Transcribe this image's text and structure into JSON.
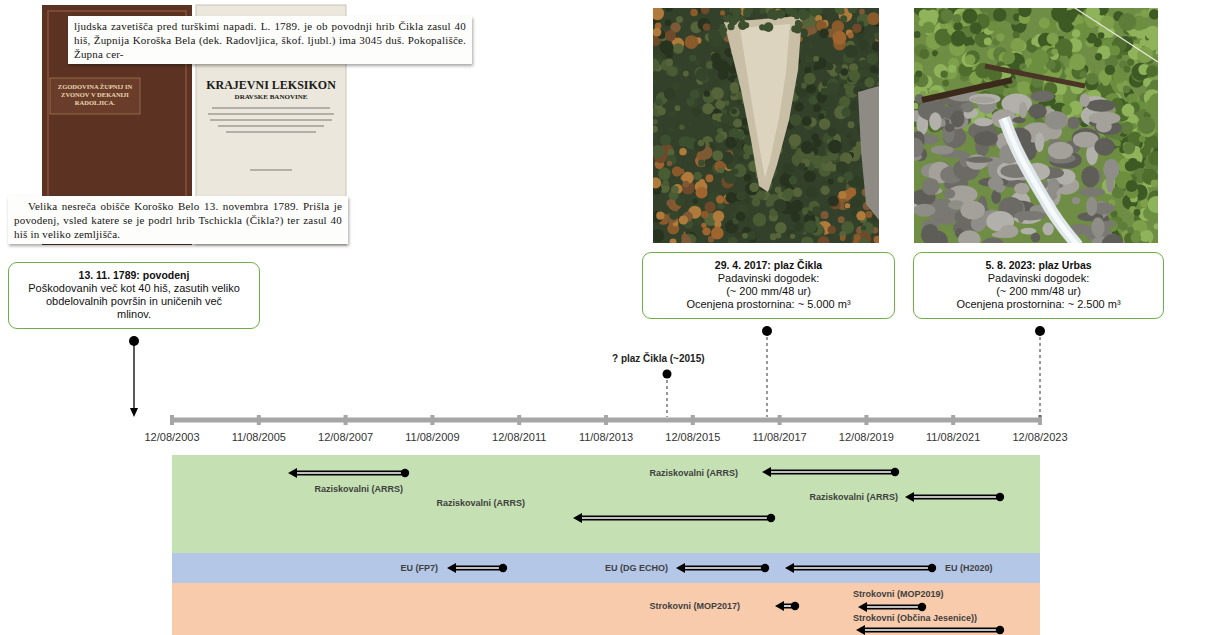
{
  "diagram": {
    "nodes": [
      {
        "text": [
          "13. 11. 1789: povodenj",
          "Poškodovanih več kot 40 hiš, zasutih veliko obdelovalnih površin in uničenih več mlinov."
        ]
      },
      {
        "text": [
          "29. 4. 2017: plaz Čikla",
          "Padavinski dogodek: (~ 200 mm/48 ur)",
          "Ocenjena prostornina: ~ 5.000 m³"
        ]
      },
      {
        "text": [
          "5. 8. 2023: plaz Urbas",
          "Padavinski dogodek: (~ 200 mm/48 ur)",
          "Ocenjena prostornina: ~ 2.500 m³"
        ]
      },
      {
        "text": [
          "Raziskovalni (ARRS)",
          "Raziskovalni (ARRS)",
          "Raziskovalni (ARRS)",
          "Raziskovalni (ARRS)"
        ]
      },
      {
        "text": [
          "EU (FP7)",
          "EU (DG ECHO)",
          "EU (H2020)"
        ]
      },
      {
        "text": [
          "Strokovni (MOP2019)",
          "Strokovni (MOP2017)",
          "Strokovni (Občina Jesenice))"
        ]
      }
    ],
    "labels": [
      "ljudska zavetišča pred turškimi napadi. L. 1789. je ob povodnji hrib Čikla zasul 40 hiš, Župnija Koroška Bela (dek. Radovljica, škof. ljubl.) ima 3045 duš. Pokopališče. Župna cer-",
      "ZGODOVINA ŽUPNIJ IN ZVONOV V DEKANIJI RADOLJICA.",
      "KRAJEVNI LEKSIKON",
      "DRAVSKE BANOVINE",
      "Velika nesreča obišče Koroško Belo 13. novembra 1789. Prišla je povodenj, vsled katere se je podrl hrib Tschickla (Čikla?) ter zasul 40 hiš in veliko zemljišča.",
      "? plaz Čikla (~2015)",
      "12/08/2003",
      "11/08/2005",
      "12/08/2007",
      "11/08/2009",
      "12/08/2011",
      "11/08/2013",
      "12/08/2015",
      "11/08/2017",
      "12/08/2019",
      "11/08/2021",
      "12/08/2023"
    ]
  }
}
